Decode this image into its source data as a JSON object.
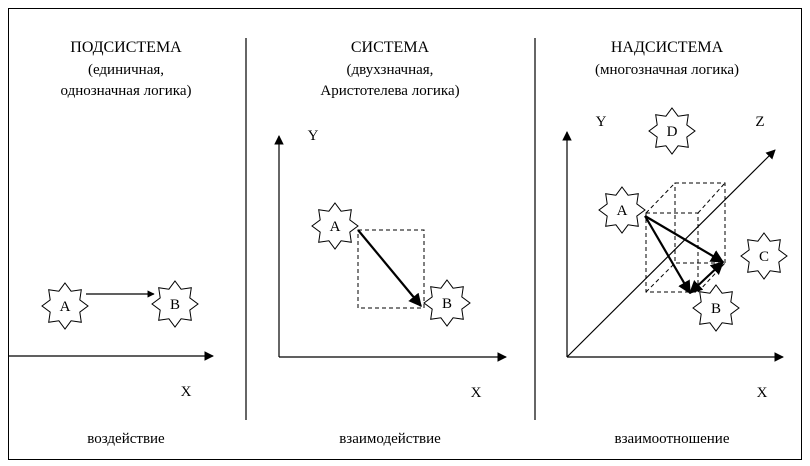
{
  "panels": [
    {
      "title": "ПОДСИСТЕМА",
      "subtitle_1": "(единичная,",
      "subtitle_2": "однозначная логика)",
      "x_axis": "X",
      "caption": "воздействие",
      "nodes": [
        "A",
        "B"
      ]
    },
    {
      "title": "СИСТЕМА",
      "subtitle_1": "(двухзначная,",
      "subtitle_2": "Аристотелева логика)",
      "x_axis": "X",
      "y_axis": "Y",
      "caption": "взаимодействие",
      "nodes": [
        "A",
        "B"
      ]
    },
    {
      "title": "НАДСИСТЕМА",
      "subtitle_1": "(многозначная логика)",
      "x_axis": "X",
      "y_axis": "Y",
      "z_axis": "Z",
      "caption": "взаимоотношение",
      "nodes": [
        "A",
        "B",
        "C",
        "D"
      ]
    }
  ]
}
